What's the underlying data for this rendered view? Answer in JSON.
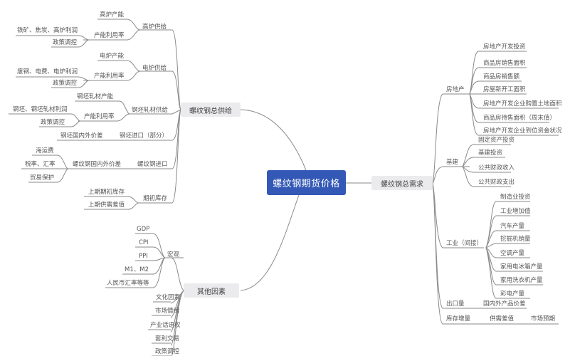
{
  "root": {
    "label": "螺纹钢期货价格",
    "color": "#3358b6"
  },
  "supply": {
    "label": "螺纹钢总供给",
    "blast_furnace": {
      "label": "高炉供给",
      "capacity": "高炉产能",
      "utilization": "产能利用率",
      "util_detail": "铁矿、焦炭、高炉利润",
      "policy": "政策调控"
    },
    "electric_furnace": {
      "label": "电炉供给",
      "capacity": "电炉产能",
      "utilization": "产能利用率",
      "util_detail": "废钢、电费、电炉利润",
      "policy": "政策调控"
    },
    "billet_rolling": {
      "label": "钢坯轧材供给",
      "capacity": "钢坯轧材产能",
      "utilization": "产能利用率",
      "util_detail": "钢坯、钢坯轧材利润",
      "policy": "政策调控"
    },
    "billet_import": {
      "label": "钢坯进口（部分）",
      "detail": "钢坯国内外价差"
    },
    "rebar_import": {
      "label": "螺纹钢进口",
      "spread": "螺纹钢国内外价差",
      "factors": [
        "海运费",
        "税率、汇率",
        "贸易保护"
      ]
    },
    "inventory": {
      "label": "期初库存",
      "items": [
        "上期期初库存",
        "上期供需差值"
      ]
    }
  },
  "other": {
    "label": "其他因素",
    "macro": {
      "label": "宏观",
      "items": [
        "GDP",
        "CPI",
        "PPI",
        "M1、M2",
        "人民币汇率等等"
      ]
    },
    "items": [
      "文化因素",
      "市场情绪",
      "产业话语权",
      "套利交易",
      "政策调控"
    ]
  },
  "demand": {
    "label": "螺纹钢总需求",
    "real_estate": {
      "label": "房地产",
      "items": [
        "房地产开发投资",
        "商品房销售面积",
        "商品房销售额",
        "房屋新开工面积",
        "房地产开发企业购置土地面积",
        "商品房待售面积（周末值）",
        "房地产开发企业到位资金状况"
      ]
    },
    "infrastructure": {
      "label": "基建",
      "items": [
        "固定资产投资",
        "基建投资",
        "公共财政收入",
        "公共财政支出"
      ]
    },
    "industry": {
      "label": "工业（间接）",
      "items": [
        "制造业投资",
        "工业增加值",
        "汽车产量",
        "挖掘机销量",
        "空调产量",
        "家用电冰箱产量",
        "家用洗衣机产量",
        "彩电产量"
      ]
    },
    "export": {
      "label": "出口量",
      "detail": "国内外产品价差"
    },
    "inventory_change": {
      "label": "库存增量",
      "detail": "供需差值",
      "detail2": "市场预期"
    }
  }
}
